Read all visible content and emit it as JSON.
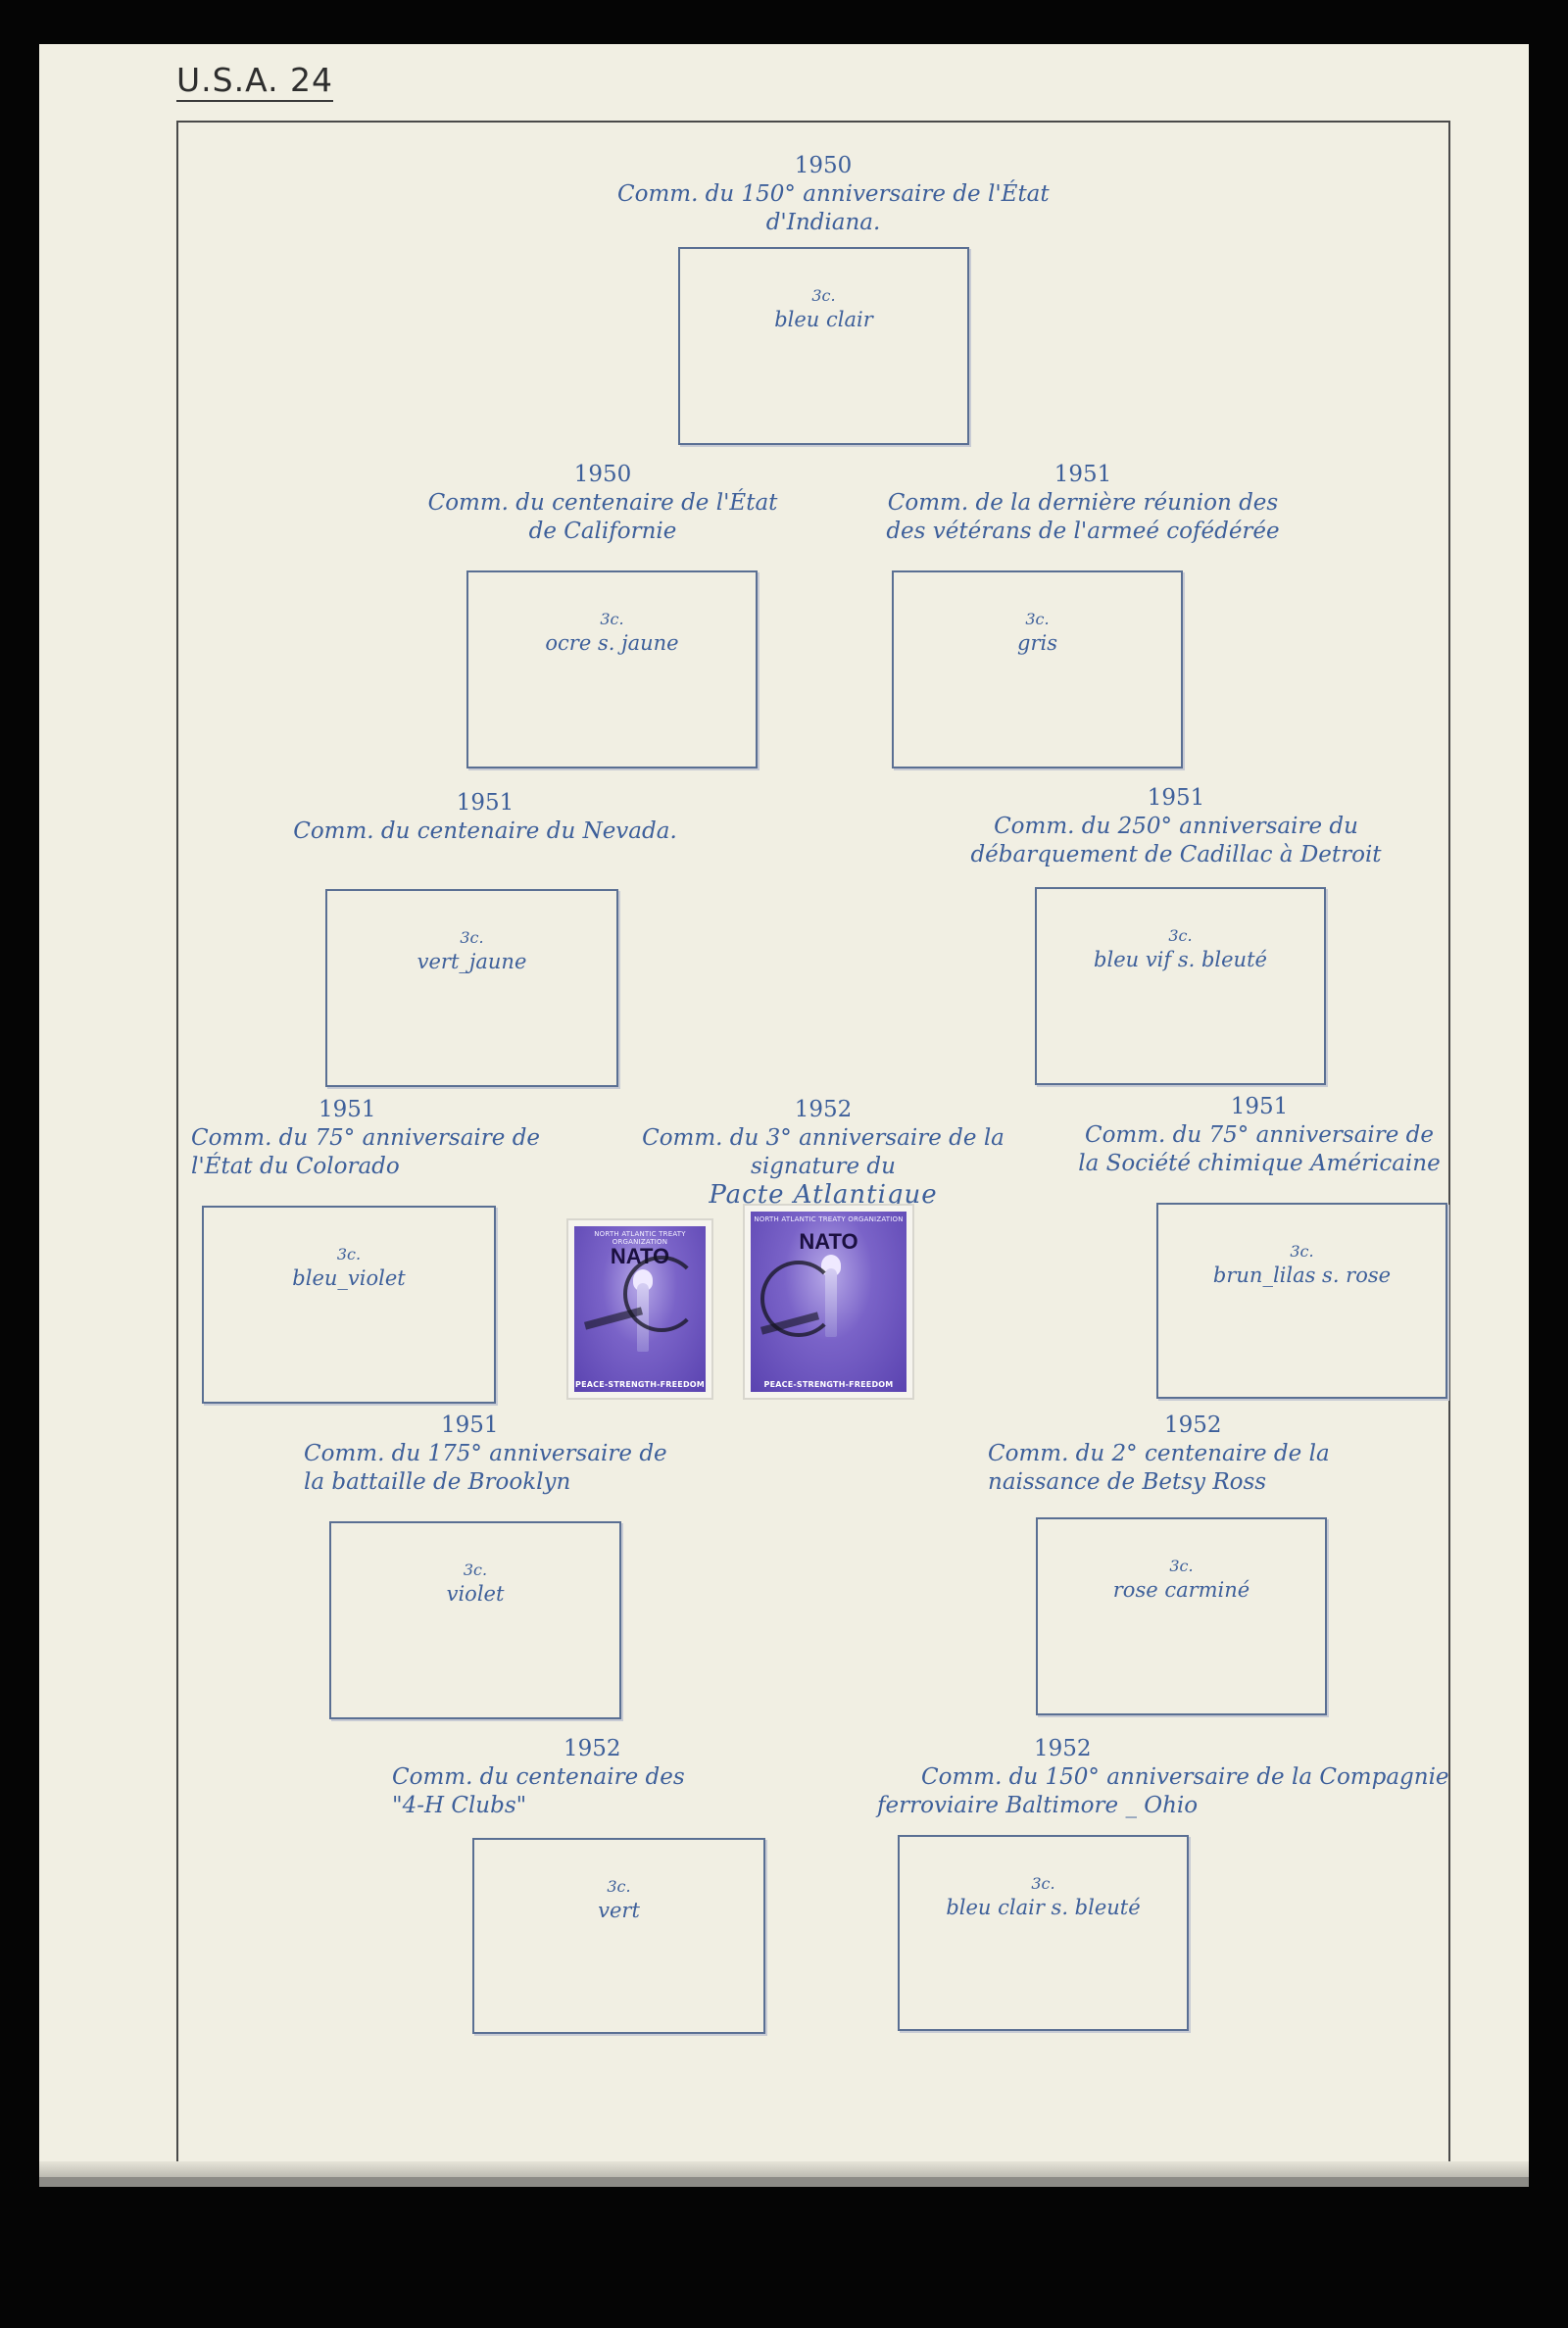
{
  "page_number": "U.S.A. 24",
  "entries": [
    {
      "id": "indiana",
      "year": "1950",
      "lines": [
        "Comm. du 150° anniversaire de l'État",
        "d'Indiana."
      ],
      "denomination": "3c.",
      "color": "bleu clair"
    },
    {
      "id": "california",
      "year": "1950",
      "lines": [
        "Comm. du centenaire de l'État",
        "de Californie"
      ],
      "denomination": "3c.",
      "color": "ocre s. jaune"
    },
    {
      "id": "confederate",
      "year": "1951",
      "lines": [
        "Comm. de la dernière réunion des",
        "des vétérans de l'armeé cofédérée"
      ],
      "denomination": "3c.",
      "color": "gris"
    },
    {
      "id": "nevada",
      "year": "1951",
      "lines": [
        "Comm. du centenaire du Nevada."
      ],
      "denomination": "3c.",
      "color": "vert_jaune"
    },
    {
      "id": "cadillac",
      "year": "1951",
      "lines": [
        "Comm. du 250° anniversaire du",
        "débarquement de Cadillac à Detroit"
      ],
      "denomination": "3c.",
      "color": "bleu vif s. bleuté"
    },
    {
      "id": "colorado",
      "year": "1951",
      "lines": [
        "Comm. du 75° anniversaire de",
        "l'État du Colorado"
      ],
      "denomination": "3c.",
      "color": "bleu_violet"
    },
    {
      "id": "nato",
      "year": "1952",
      "lines": [
        "Comm. du 3° anniversaire de la",
        "signature du",
        "Pacte Atlantique"
      ]
    },
    {
      "id": "chemical",
      "year": "1951",
      "lines": [
        "Comm. du 75° anniversaire de",
        "la Société chimique Américaine"
      ],
      "denomination": "3c.",
      "color": "brun_lilas s. rose"
    },
    {
      "id": "brooklyn",
      "year": "1951",
      "lines": [
        "Comm. du 175° anniversaire de",
        "la battaille de Brooklyn"
      ],
      "denomination": "3c.",
      "color": "violet"
    },
    {
      "id": "betsy_ross",
      "year": "1952",
      "lines": [
        "Comm. du 2° centenaire de la",
        "naissance de Betsy Ross"
      ],
      "denomination": "3c.",
      "color": "rose carminé"
    },
    {
      "id": "4h",
      "year": "1952",
      "lines": [
        "Comm. du centenaire des",
        "\"4-H Clubs\""
      ],
      "denomination": "3c.",
      "color": "vert"
    },
    {
      "id": "baltimore_ohio",
      "year": "1952",
      "lines": [
        "Comm. du 150° anniversaire de la Compagnie",
        "ferroviaire Baltimore _ Ohio"
      ],
      "denomination": "3c.",
      "color": "bleu clair s. bleuté"
    }
  ],
  "nato_stamps": [
    {
      "top_text": "NORTH ATLANTIC TREATY ORGANIZATION",
      "title": "NATO",
      "bottom_text": "PEACE-STRENGTH-FREEDOM"
    },
    {
      "top_text": "NORTH ATLANTIC TREATY ORGANIZATION",
      "title": "NATO",
      "bottom_text": "PEACE-STRENGTH-FREEDOM"
    }
  ],
  "colors": {
    "ink": "#3d5f9a",
    "page": "#f1efe3",
    "stamp_violet": "#5a43b0"
  }
}
